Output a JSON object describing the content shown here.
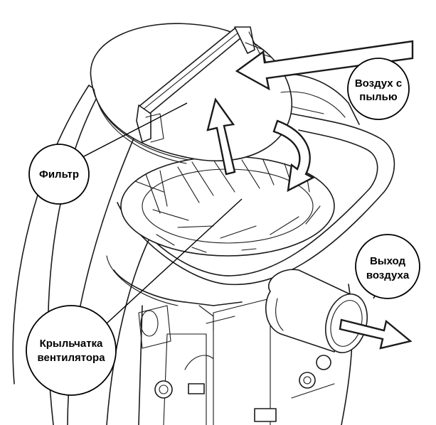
{
  "callouts": {
    "dusty_air": {
      "line1": "Воздух с",
      "line2": "пылью"
    },
    "filter": {
      "line1": "Фильтр"
    },
    "fan": {
      "line1": "Крыльчатка",
      "line2": "вентилятора"
    },
    "exhaust": {
      "line1": "Выход",
      "line2": "воздуха"
    }
  }
}
